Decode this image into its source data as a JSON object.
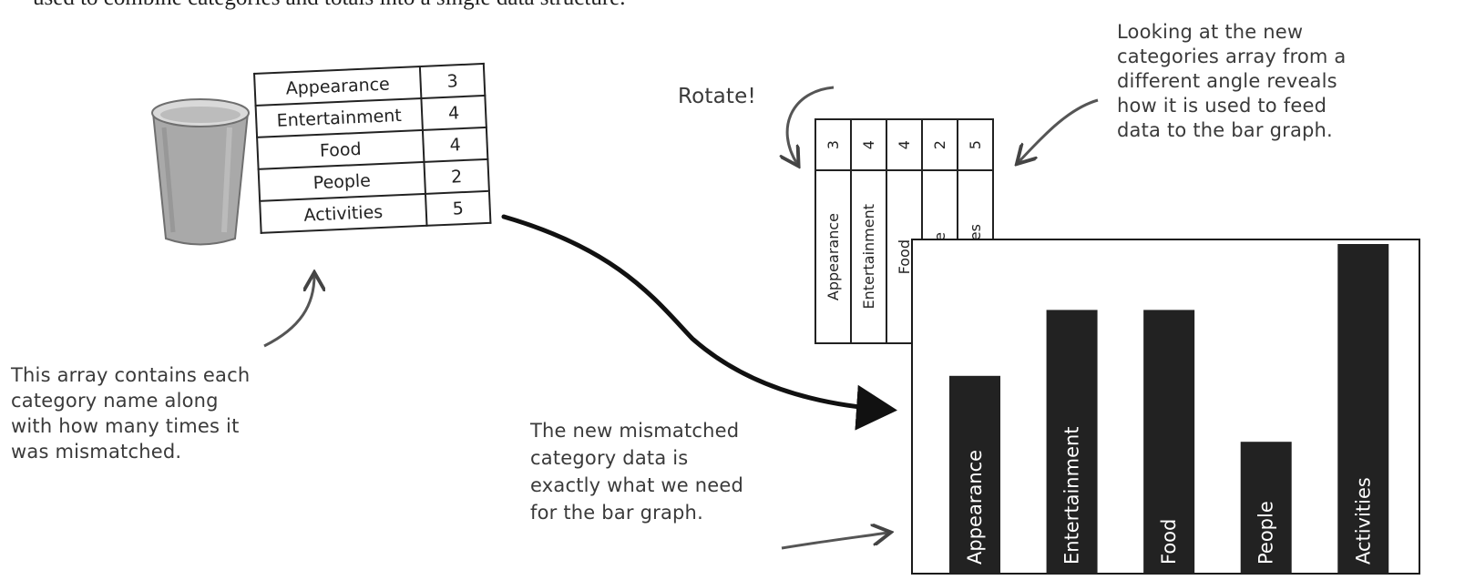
{
  "intro_text": "used to combine categories and totals into a single data structure.",
  "left_table": {
    "rows": [
      {
        "name": "Appearance",
        "count": "3"
      },
      {
        "name": "Entertainment",
        "count": "4"
      },
      {
        "name": "Food",
        "count": "4"
      },
      {
        "name": "People",
        "count": "2"
      },
      {
        "name": "Activities",
        "count": "5"
      }
    ]
  },
  "annotations": {
    "rotate": "Rotate!",
    "right_note": [
      "Looking at the new",
      "categories array from a",
      "different angle reveals",
      "how it is used to feed",
      "data to the bar graph."
    ],
    "left_note": [
      "This array contains each",
      "category name along",
      "with how many times it",
      "was mismatched."
    ],
    "middle_note": [
      "The new mismatched",
      "category data is",
      "exactly what we need",
      "for the bar graph."
    ]
  },
  "chart_data": {
    "type": "bar",
    "categories": [
      "Appearance",
      "Entertainment",
      "Food",
      "People",
      "Activities"
    ],
    "values": [
      3,
      4,
      4,
      2,
      5
    ],
    "ylim": [
      0,
      5
    ],
    "bar_color": "#222222",
    "label_color": "#ffffff"
  }
}
